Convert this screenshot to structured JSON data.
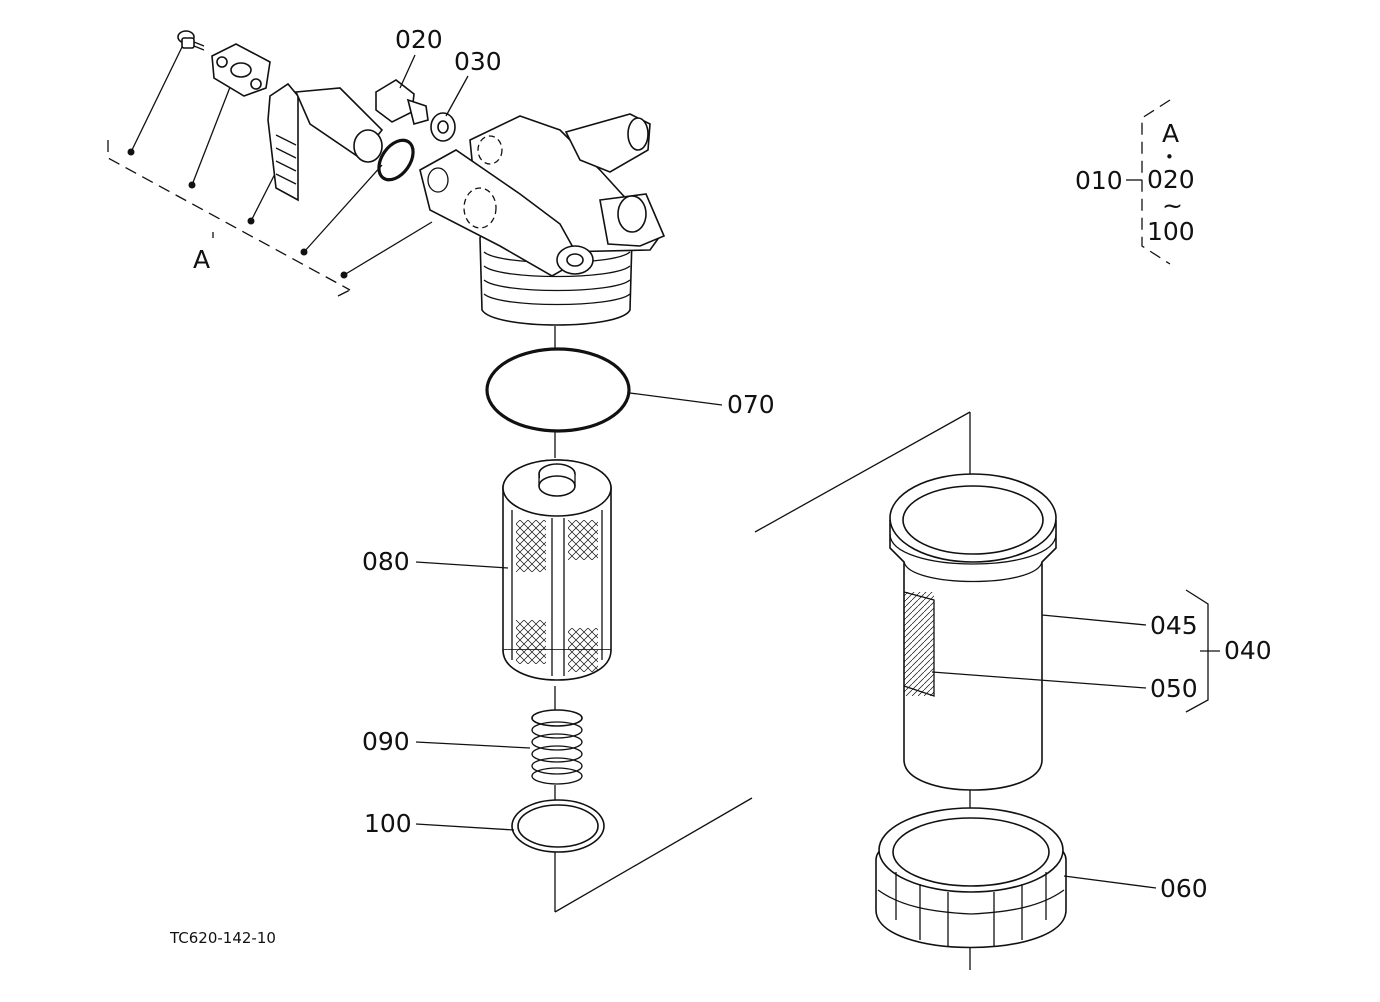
{
  "labels": {
    "p010": "010",
    "p020": "020",
    "p030": "030",
    "p040": "040",
    "p045": "045",
    "p050": "050",
    "p060": "060",
    "p070": "070",
    "p080": "080",
    "p090": "090",
    "p100": "100",
    "groupA": "A",
    "legendA": "A",
    "legend020": "020",
    "legend100": "100",
    "legendDot": "•",
    "legendTilde": "~",
    "code": "TC620-142-10"
  }
}
